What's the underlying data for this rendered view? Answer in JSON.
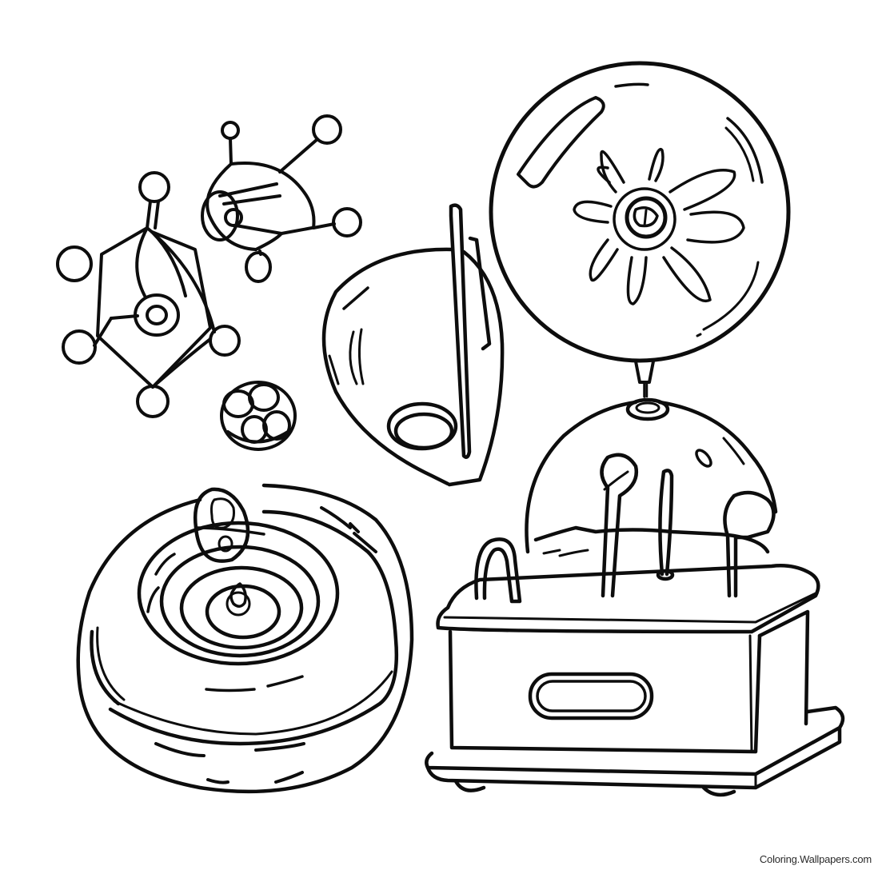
{
  "page": {
    "title": "Science lab equipment coloring page",
    "background_color": "#ffffff",
    "line_color": "#0d0d0d"
  },
  "illustration": {
    "items": [
      {
        "name": "molecule-hexagon",
        "description": "hexagonal molecule with six atoms and a central ring"
      },
      {
        "name": "molecule-cone",
        "description": "cone-shaped molecule with four atoms"
      },
      {
        "name": "molecule-cluster",
        "description": "small cluster of round atoms"
      },
      {
        "name": "dish-bowl",
        "description": "tilted bowl with a rod and a round opening"
      },
      {
        "name": "glass-globe",
        "description": "round glass globe with a fan-like flower inside, on a stem"
      },
      {
        "name": "dome-apparatus",
        "description": "glass dome on a box base with rods and spoons"
      },
      {
        "name": "spiral-dish",
        "description": "round dish with concentric spiral ripples and a droplet"
      }
    ]
  },
  "watermark": {
    "text": "Coloring.Wallpapers.com"
  }
}
